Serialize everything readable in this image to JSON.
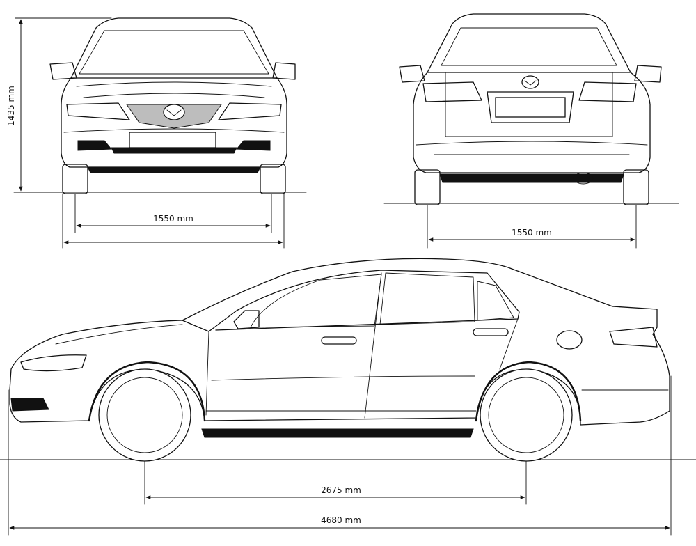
{
  "dimensions": {
    "height": "1435 mm",
    "front_track": "1550 mm",
    "rear_track": "1550 mm",
    "wheelbase": "2675 mm",
    "overall_length": "4680 mm"
  }
}
